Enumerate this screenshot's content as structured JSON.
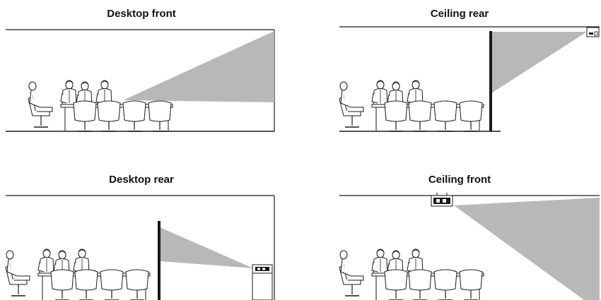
{
  "panels": [
    {
      "title": "Desktop front"
    },
    {
      "title": "Ceiling rear"
    },
    {
      "title": "Desktop rear"
    },
    {
      "title": "Ceiling front"
    }
  ],
  "colors": {
    "beam": "#b8b8b9",
    "line": "#1a1a1a",
    "background": "#ffffff"
  }
}
